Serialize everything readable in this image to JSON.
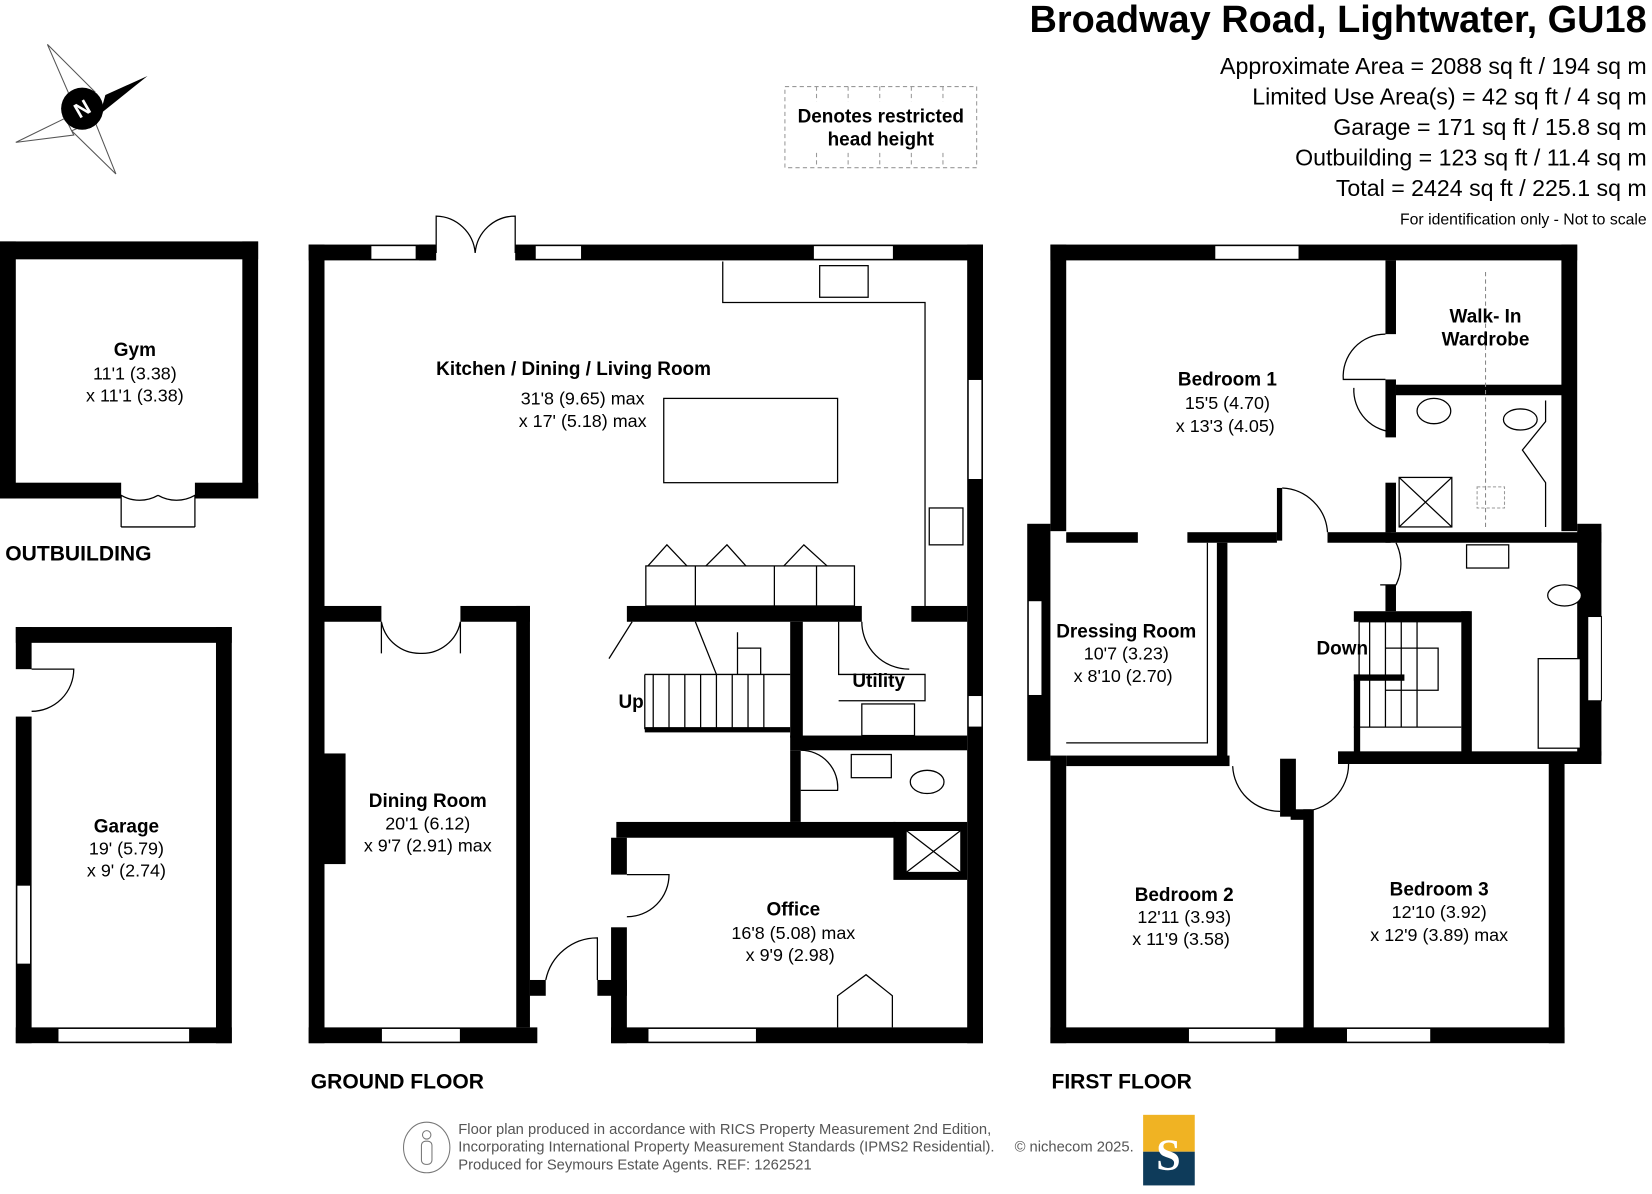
{
  "header": {
    "title": "Broadway Road, Lightwater, GU18",
    "areas": [
      "Approximate Area = 2088 sq ft / 194 sq m",
      "Limited Use Area(s) = 42 sq ft / 4 sq m",
      "Garage = 171 sq ft / 15.8 sq m",
      "Outbuilding = 123 sq ft / 11.4 sq m",
      "Total = 2424 sq ft / 225.1 sq m"
    ],
    "disclaimer": "For identification only - Not to scale"
  },
  "compass": {
    "letter": "N"
  },
  "legend": {
    "line1": "Denotes restricted",
    "line2": "head height"
  },
  "outbuilding": {
    "label": "OUTBUILDING",
    "rooms": [
      {
        "name": "Gym",
        "dim1": "11'1 (3.38)",
        "dim2": "x 11'1 (3.38)"
      }
    ]
  },
  "garage": {
    "name": "Garage",
    "dim1": "19' (5.79)",
    "dim2": "x 9' (2.74)"
  },
  "ground_floor": {
    "label": "GROUND FLOOR",
    "rooms": [
      {
        "name": "Kitchen / Dining / Living Room",
        "dim1": "31'8 (9.65) max",
        "dim2": "x 17' (5.18) max"
      },
      {
        "name": "Dining Room",
        "dim1": "20'1 (6.12)",
        "dim2": "x 9'7 (2.91) max"
      },
      {
        "name": "Utility"
      },
      {
        "name": "Office",
        "dim1": "16'8 (5.08) max",
        "dim2": "x 9'9 (2.98)"
      }
    ],
    "stairs": "Up"
  },
  "first_floor": {
    "label": "FIRST FLOOR",
    "rooms": [
      {
        "name": "Bedroom 1",
        "dim1": "15'5 (4.70)",
        "dim2": "x 13'3 (4.05)"
      },
      {
        "name": "Walk- In",
        "name2": "Wardrobe"
      },
      {
        "name": "Dressing Room",
        "dim1": "10'7 (3.23)",
        "dim2": "x 8'10 (2.70)"
      },
      {
        "name": "Bedroom 2",
        "dim1": "12'11 (3.93)",
        "dim2": "x 11'9 (3.58)"
      },
      {
        "name": "Bedroom 3",
        "dim1": "12'10 (3.92)",
        "dim2": "x 12'9 (3.89) max"
      }
    ],
    "stairs": "Down"
  },
  "footer": {
    "lines": [
      "Floor plan produced in accordance with RICS Property Measurement 2nd Edition,",
      "Incorporating International Property Measurement Standards (IPMS2 Residential).",
      "Produced for Seymours Estate Agents.   REF: 1262521"
    ],
    "copyright": "© nichecom 2025.",
    "logo_letter": "S",
    "logo_colors": {
      "top": "#f0b323",
      "bottom": "#0e3b5a"
    }
  }
}
